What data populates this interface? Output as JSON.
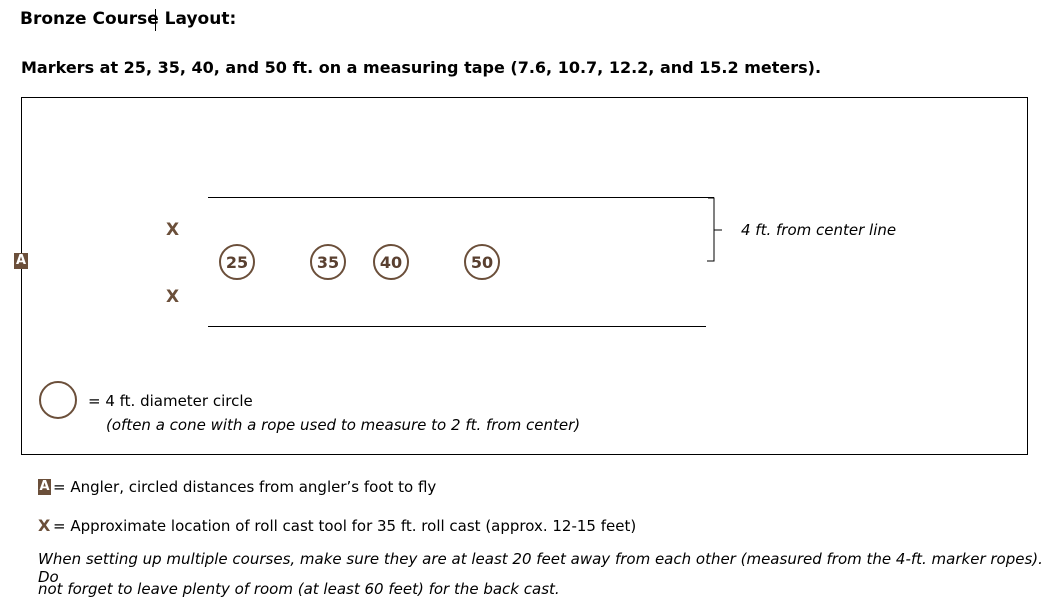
{
  "title": "Bronze Course Layout:",
  "subtitle": "Markers at 25, 35, 40, and 50 ft. on a measuring tape (7.6, 10.7, 12.2, and 15.2 meters).",
  "diagram": {
    "angler_marker": "A",
    "x_marker": "X",
    "distance_markers": [
      "25",
      "35",
      "40",
      "50"
    ],
    "bracket_label": "4 ft. from center line",
    "legend_circle_text": "= 4 ft. diameter  circle",
    "legend_note": "(often a cone with a rope used to measure to 2 ft. from center)"
  },
  "notes": {
    "angler_badge": "A",
    "angler_text": "= Angler, circled distances from angler’s foot to fly",
    "x_label": "X",
    "x_text": "= Approximate location of roll cast tool for 35 ft. roll cast (approx. 12-15 feet)",
    "multiple_courses_line1": "When setting up multiple courses, make sure they are at least 20 feet away from each other (measured from the 4-ft. marker ropes). Do",
    "multiple_courses_line2": "not forget to leave plenty of room (at least 60 feet) for the back cast."
  },
  "colors": {
    "accent_brown": "#6b4f3a"
  }
}
